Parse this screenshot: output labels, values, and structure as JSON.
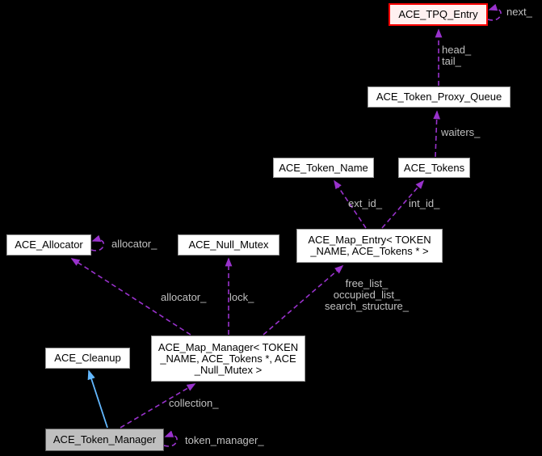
{
  "diagram": {
    "colors": {
      "background": "#000000",
      "dependency_arrow": "#9932CC",
      "inheritance_arrow": "#63B8FF",
      "edge_label_text": "#C0C0C0",
      "node_fill": "#FFFFFF",
      "node_border": "#9A9A9A",
      "node_text": "#000000",
      "focus_node_border": "#FF0000",
      "focus_node_fill": "#FFF0F0",
      "main_node_fill": "#BFBFBF",
      "main_node_border": "#5A5A5A"
    },
    "nodes": {
      "tpq_entry": {
        "label": "ACE_TPQ_Entry"
      },
      "token_proxy_queue": {
        "label": "ACE_Token_Proxy_Queue"
      },
      "token_name": {
        "label": "ACE_Token_Name"
      },
      "tokens": {
        "label": "ACE_Tokens"
      },
      "map_entry": {
        "line1": "ACE_Map_Entry< TOKEN",
        "line2": "_NAME, ACE_Tokens * >"
      },
      "allocator": {
        "label": "ACE_Allocator"
      },
      "null_mutex": {
        "label": "ACE_Null_Mutex"
      },
      "map_manager": {
        "line1": "ACE_Map_Manager< TOKEN",
        "line2": "_NAME, ACE_Tokens *, ACE",
        "line3": "_Null_Mutex >"
      },
      "cleanup": {
        "label": "ACE_Cleanup"
      },
      "token_manager": {
        "label": "ACE_Token_Manager"
      }
    },
    "edge_labels": {
      "next": "next_",
      "head": "head_",
      "tail": "tail_",
      "waiters": "waiters_",
      "ext_id": "ext_id_",
      "int_id": "int_id_",
      "allocator_self": "allocator_",
      "allocator_member": "allocator_",
      "lock": "lock_",
      "free_list": "free_list_",
      "occupied_list": "occupied_list_",
      "search_structure": "search_structure_",
      "collection": "collection_",
      "token_manager_self": "token_manager_"
    }
  }
}
